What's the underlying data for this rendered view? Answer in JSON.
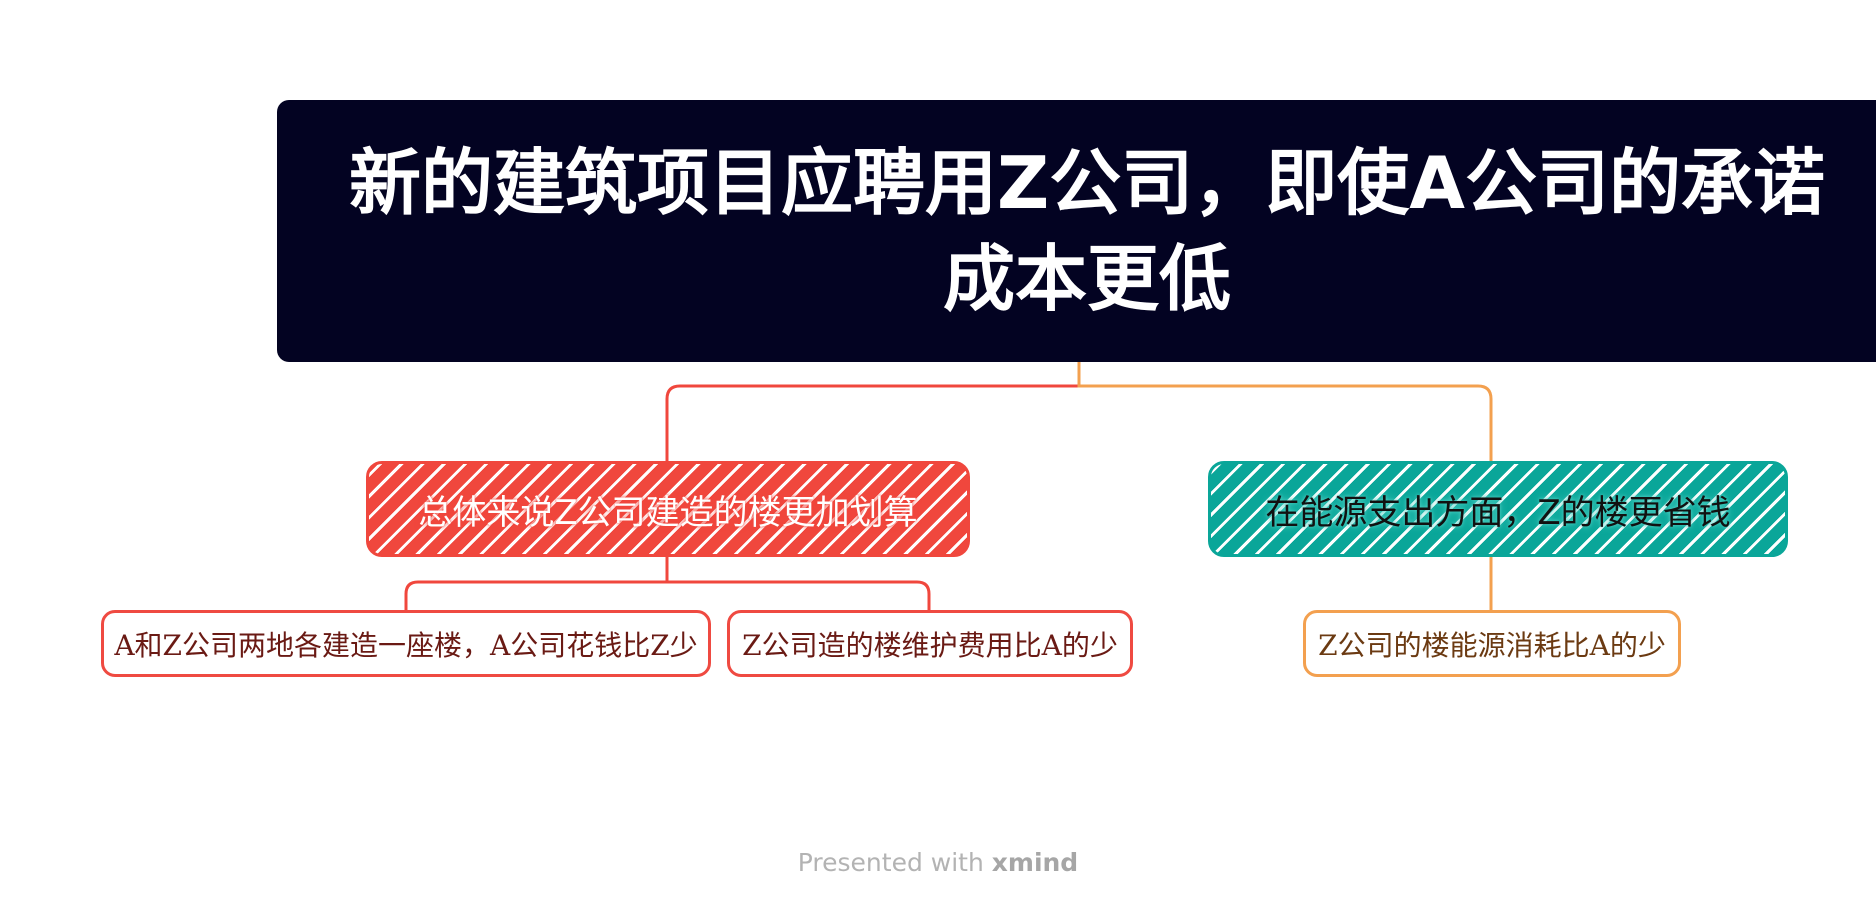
{
  "diagram": {
    "root": {
      "label": "新的建筑项目应聘用Z公司，即使A公司的承诺成本更低"
    },
    "branches": [
      {
        "label": "总体来说Z公司建造的楼更加划算",
        "color": "#f0473d",
        "leaves": [
          {
            "label": "A和Z公司两地各建造一座楼，A公司花钱比Z少"
          },
          {
            "label": "Z公司造的楼维护费用比A的少"
          }
        ]
      },
      {
        "label": "在能源支出方面，Z的楼更省钱",
        "color": "#0aa699",
        "leaves": [
          {
            "label": "Z公司的楼能源消耗比A的少"
          }
        ]
      }
    ],
    "connector_colors": {
      "left": "#f0473d",
      "right": "#f3a04f"
    }
  },
  "footer": {
    "prefix": "Presented with",
    "brand": "xmind"
  }
}
